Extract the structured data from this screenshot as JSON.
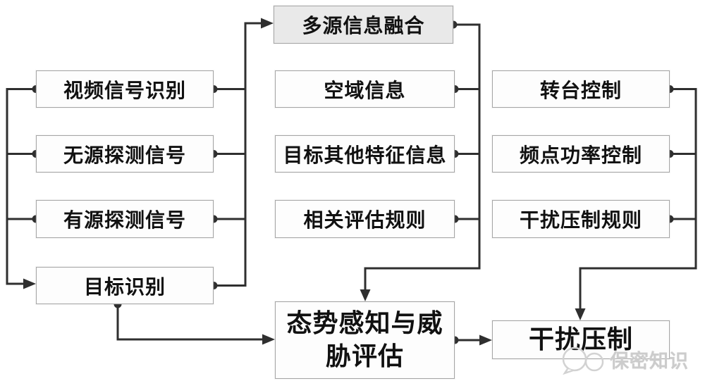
{
  "diagram": {
    "nodes": {
      "fusion": {
        "label": "多源信息融合"
      },
      "left": [
        {
          "label": "视频信号识别"
        },
        {
          "label": "无源探测信号"
        },
        {
          "label": "有源探测信号"
        },
        {
          "label": "目标识别"
        }
      ],
      "middle": [
        {
          "label": "空域信息"
        },
        {
          "label": "目标其他特征信息"
        },
        {
          "label": "相关评估规则"
        }
      ],
      "right": [
        {
          "label": "转台控制"
        },
        {
          "label": "频点功率控制"
        },
        {
          "label": "干扰压制规则"
        }
      ],
      "situation": {
        "label": "态势感知与威胁评估"
      },
      "jam": {
        "label": "干扰压制"
      }
    },
    "watermark": {
      "icon": "chat-bubbles-icon",
      "text": "保密知识"
    },
    "colors": {
      "background": "#ffffff",
      "line": "#2f2f2f",
      "box_border": "#a6a6a6",
      "box_bg": "#fdfdfd",
      "fusion_bg": "#e9e9e9",
      "text": "#111111",
      "watermark": "#cccccc"
    }
  }
}
